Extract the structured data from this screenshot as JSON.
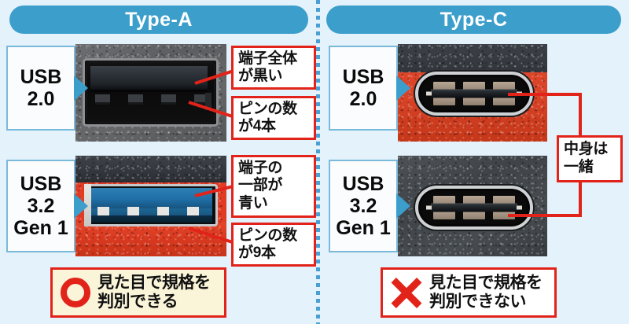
{
  "background_color": "#e4f2fb",
  "accent_blue": "#3c9ecb",
  "accent_red": "#e2231a",
  "panels": {
    "left": {
      "header": "Type-A",
      "rows": [
        {
          "spec_line1": "USB",
          "spec_line2": "2.0",
          "spec_line3": "",
          "photo_name": "usb-type-a-2.0-port-photo",
          "callouts": [
            {
              "name": "callout-all-black",
              "line1": "端子全体",
              "line2": "が黒い",
              "line3": ""
            },
            {
              "name": "callout-4-pins",
              "line1": "ピンの数",
              "line2": "が4本",
              "line3": ""
            }
          ]
        },
        {
          "spec_line1": "USB",
          "spec_line2": "3.2",
          "spec_line3": "Gen 1",
          "photo_name": "usb-type-a-3.2-gen1-port-photo",
          "callouts": [
            {
              "name": "callout-partly-blue",
              "line1": "端子の",
              "line2": "一部が",
              "line3": "青い"
            },
            {
              "name": "callout-9-pins",
              "line1": "ピンの数",
              "line2": "が9本",
              "line3": ""
            }
          ]
        }
      ],
      "verdict": {
        "mark": "circle-mark-icon",
        "mark_color": "#e2231a",
        "line1": "見た目で規格を",
        "line2": "判別できる",
        "background": "#faf4d8"
      }
    },
    "right": {
      "header": "Type-C",
      "rows": [
        {
          "spec_line1": "USB",
          "spec_line2": "2.0",
          "spec_line3": "",
          "photo_name": "usb-type-c-2.0-port-photo"
        },
        {
          "spec_line1": "USB",
          "spec_line2": "3.2",
          "spec_line3": "Gen 1",
          "photo_name": "usb-type-c-3.2-gen1-port-photo"
        }
      ],
      "bracket_callout": {
        "name": "callout-same-inside",
        "line1": "中身は",
        "line2": "一緒"
      },
      "verdict": {
        "mark": "cross-mark-icon",
        "mark_color": "#e2231a",
        "line1": "見た目で規格を",
        "line2": "判別できない",
        "background": "#ffffff"
      }
    }
  }
}
